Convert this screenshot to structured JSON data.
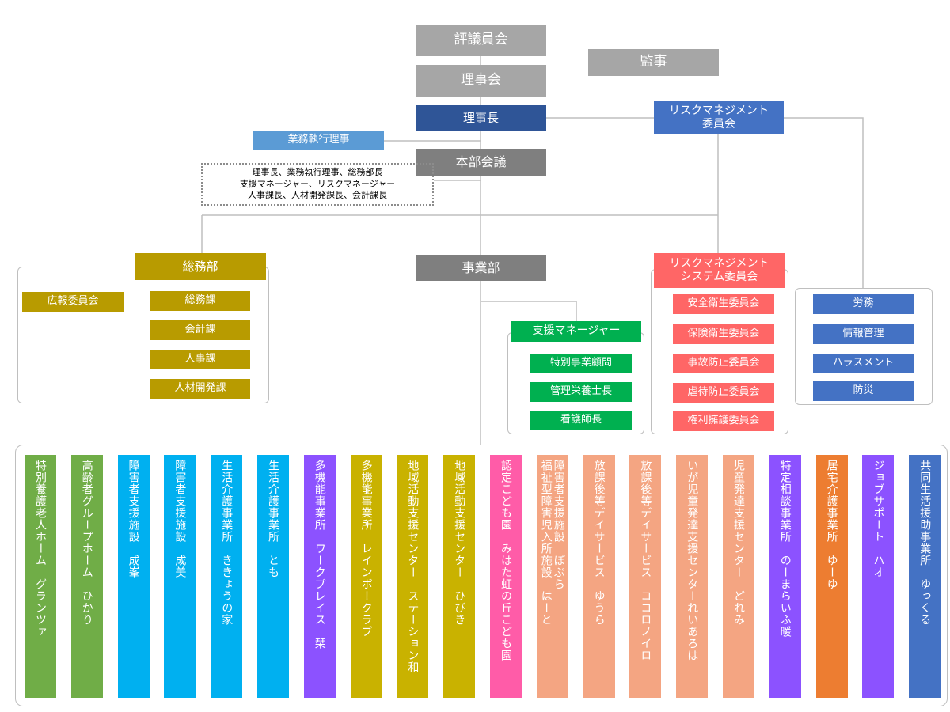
{
  "top": {
    "council": "評議員会",
    "board": "理事会",
    "chair": "理事長",
    "auditor": "監事",
    "risk_committee": "リスクマネジメント\n委員会",
    "executive": "業務執行理事",
    "hq_meeting": "本部会議",
    "hq_members": [
      "理事長、業務執行理事、総務部長",
      "支援マネージャー、リスクマネージャー",
      "人事課長、人材開発課長、会計課長"
    ]
  },
  "general_affairs": {
    "title": "総務部",
    "pr": "広報委員会",
    "sections": [
      "総務課",
      "会計課",
      "人事課",
      "人材開発課"
    ]
  },
  "business": {
    "title": "事業部"
  },
  "support_manager": {
    "title": "支援マネージャー",
    "items": [
      "特別事業顧問",
      "管理栄養士長",
      "看護師長"
    ]
  },
  "risk_system": {
    "title": "リスクマネジメント\nシステム委員会",
    "items": [
      "安全衛生委員会",
      "保険衛生委員会",
      "事故防止委員会",
      "虐待防止委員会",
      "権利擁護委員会"
    ]
  },
  "labor": {
    "items": [
      "労務",
      "情報管理",
      "ハラスメント",
      "防災"
    ]
  },
  "facilities": [
    {
      "lines": [
        "特別養護老人ホーム　グランツァ"
      ],
      "color": "#70ad47"
    },
    {
      "lines": [
        "高齢者グループホーム　ひかり"
      ],
      "color": "#70ad47"
    },
    {
      "lines": [
        "障害者支援施設　成峯"
      ],
      "color": "#00b0f0"
    },
    {
      "lines": [
        "障害者支援施設　成美"
      ],
      "color": "#00b0f0"
    },
    {
      "lines": [
        "生活介護事業所　ききょうの家"
      ],
      "color": "#00b0f0"
    },
    {
      "lines": [
        "生活介護事業所　とも"
      ],
      "color": "#00b0f0"
    },
    {
      "lines": [
        "多機能事業所　ワークプレイス　栞"
      ],
      "color": "#8c52ff"
    },
    {
      "lines": [
        "多機能事業所　レインボークラブ"
      ],
      "color": "#c9b200"
    },
    {
      "lines": [
        "地域活動支援センター　ステーション和"
      ],
      "color": "#c9b200"
    },
    {
      "lines": [
        "地域活動支援センター　ひびき"
      ],
      "color": "#c9b200"
    },
    {
      "lines": [
        "認定こども園　みはた虹の丘こども園"
      ],
      "color": "#ff5ca8"
    },
    {
      "lines": [
        "障害者支援施設　ぽぷら",
        "福祉型障害児入所施設　はーと"
      ],
      "color": "#f4a582"
    },
    {
      "lines": [
        "放課後等デイサービス　ゆうら"
      ],
      "color": "#f4a582"
    },
    {
      "lines": [
        "放課後等デイサービス　ココロノイロ"
      ],
      "color": "#f4a582"
    },
    {
      "lines": [
        "いが児童発達支援センターれいあろは"
      ],
      "color": "#f4a582"
    },
    {
      "lines": [
        "児童発達支援センター　どれみ"
      ],
      "color": "#f4a582"
    },
    {
      "lines": [
        "特定相談事業所　のーまらいふ暖"
      ],
      "color": "#8c52ff"
    },
    {
      "lines": [
        "居宅介護事業所　ゆーゆ"
      ],
      "color": "#ed7d31"
    },
    {
      "lines": [
        "ジョブサポート　ハオ"
      ],
      "color": "#8c52ff"
    },
    {
      "lines": [
        "共同生活援助事業所　ゆっくる"
      ],
      "color": "#4472c4"
    }
  ]
}
